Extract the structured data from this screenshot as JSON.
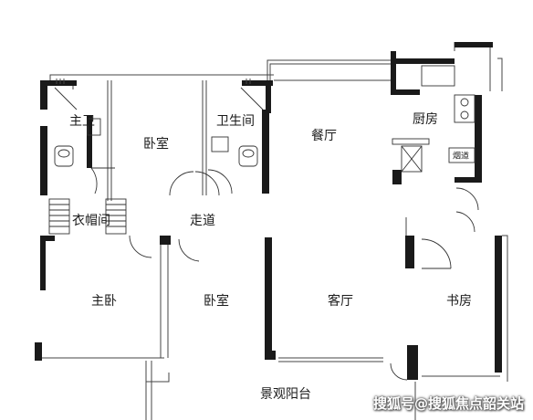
{
  "rooms": {
    "master_bath": "主卫",
    "bedroom_north": "卧室",
    "bathroom": "卫生间",
    "dining": "餐厅",
    "kitchen": "厨房",
    "cloakroom": "衣帽间",
    "corridor": "走道",
    "master_bedroom": "主卧",
    "bedroom_south": "卧室",
    "living_room": "客厅",
    "study": "书房",
    "balcony": "景观阳台"
  },
  "fixtures": {
    "flue": "烟道"
  },
  "watermark": "搜狐号@搜狐焦点韶关站",
  "colors": {
    "wall": "#1a1a1a",
    "thin_line": "#444444",
    "background": "#ffffff"
  }
}
